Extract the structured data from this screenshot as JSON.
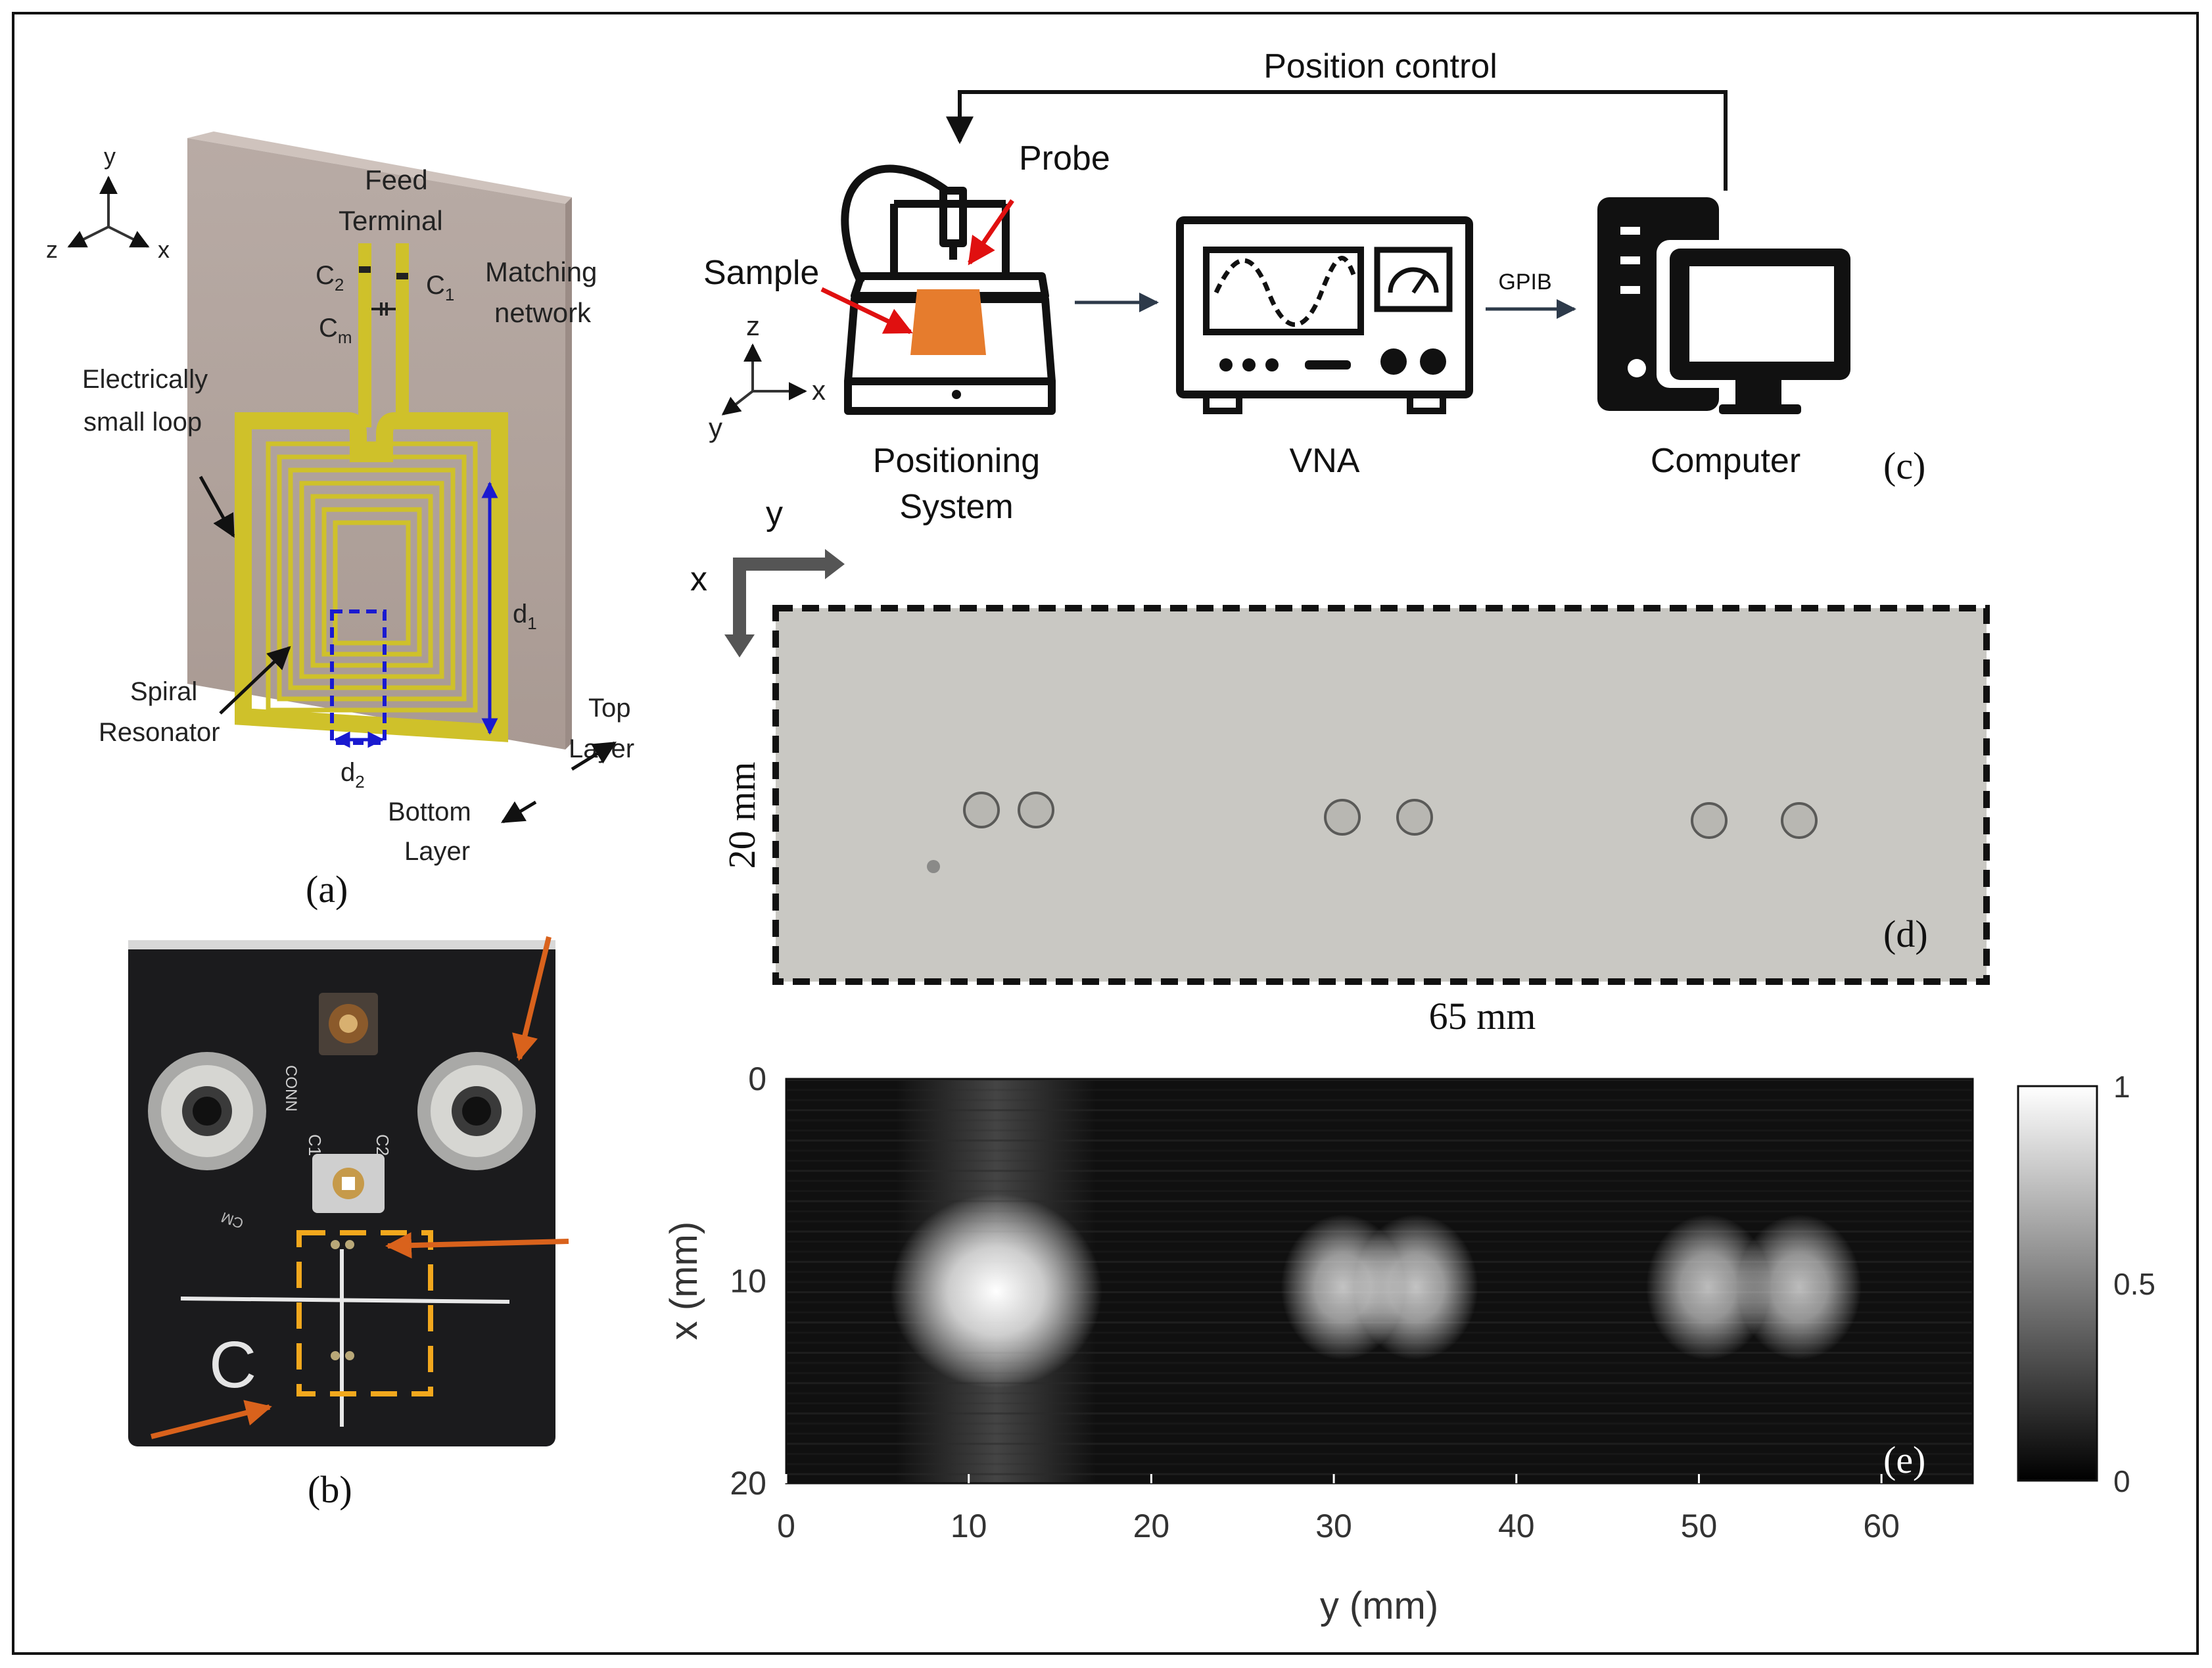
{
  "panel_a": {
    "caption": "(a)",
    "axes": {
      "y": "y",
      "z": "z",
      "x": "x"
    },
    "labels": {
      "feed_terminal_1": "Feed",
      "feed_terminal_2": "Terminal",
      "matching_network_1": "Matching",
      "matching_network_2": "network",
      "c2": "C",
      "c2_sub": "2",
      "c1": "C",
      "c1_sub": "1",
      "cm": "C",
      "cm_sub": "m",
      "esl_1": "Electrically",
      "esl_2": "small loop",
      "spiral_1": "Spiral",
      "spiral_2": "Resonator",
      "d1": "d",
      "d1_sub": "1",
      "d2": "d",
      "d2_sub": "2",
      "top_layer_1": "Top",
      "top_layer_2": "Layer",
      "bottom_layer_1": "Bottom",
      "bottom_layer_2": "Layer"
    }
  },
  "panel_b": {
    "caption": "(b)",
    "silkscreen": {
      "conn": "CONN",
      "c1": "C1",
      "c2": "C2",
      "cm": "CM",
      "letter": "C"
    }
  },
  "panel_c": {
    "caption": "(c)",
    "position_control": "Position control",
    "probe": "Probe",
    "sample": "Sample",
    "positioning_1": "Positioning",
    "positioning_2": "System",
    "vna": "VNA",
    "gpib": "GPIB",
    "computer": "Computer",
    "axes": {
      "z": "z",
      "x": "x",
      "y": "y"
    }
  },
  "panel_d": {
    "caption": "(d)",
    "axis_y": "y",
    "axis_x": "x",
    "width_label": "65 mm",
    "height_label": "20 mm"
  },
  "panel_e": {
    "caption": "(e)",
    "xlabel": "y (mm)",
    "ylabel": "x (mm)",
    "xticks": [
      "0",
      "10",
      "20",
      "30",
      "40",
      "50",
      "60"
    ],
    "yticks": [
      "0",
      "10",
      "20"
    ],
    "colorbar_ticks": [
      "1",
      "0.5",
      "0"
    ]
  },
  "chart_data": {
    "type": "heatmap",
    "xlabel": "y (mm)",
    "ylabel": "x (mm)",
    "xlim": [
      0,
      65
    ],
    "ylim": [
      0,
      20
    ],
    "colorbar_range": [
      0,
      1
    ],
    "colormap": "grayscale",
    "hotspots": [
      {
        "y": 11.5,
        "x": 10.5,
        "intensity": 1.0
      },
      {
        "y": 30.5,
        "x": 10.3,
        "intensity": 0.75
      },
      {
        "y": 34.5,
        "x": 10.3,
        "intensity": 0.75
      },
      {
        "y": 50.5,
        "x": 10.3,
        "intensity": 0.72
      },
      {
        "y": 55.5,
        "x": 10.3,
        "intensity": 0.72
      }
    ]
  }
}
